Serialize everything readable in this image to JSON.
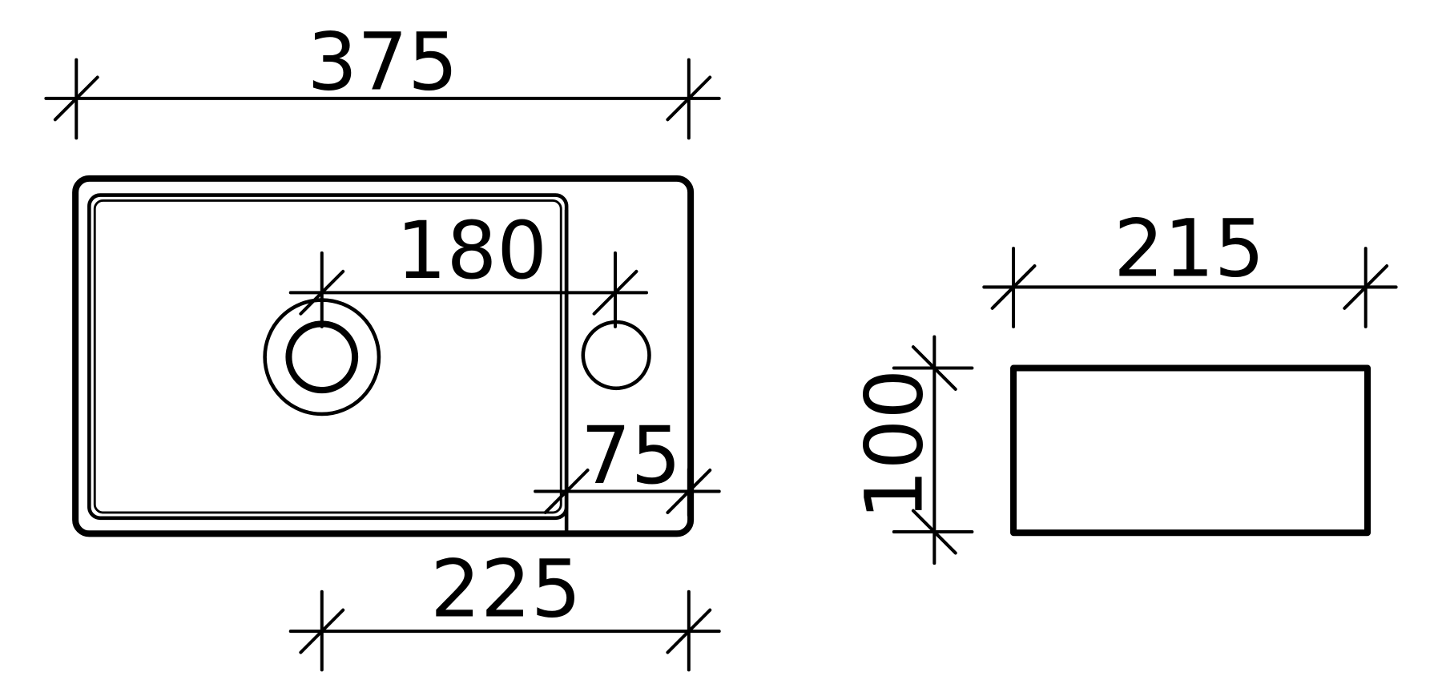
{
  "dimensions": {
    "overall_width": "375",
    "basin_to_tap_distance": "180",
    "tap_to_edge": "75",
    "drain_to_edge": "225",
    "depth": "215",
    "height": "100"
  },
  "colors": {
    "line": "#000000",
    "background": "#ffffff"
  }
}
